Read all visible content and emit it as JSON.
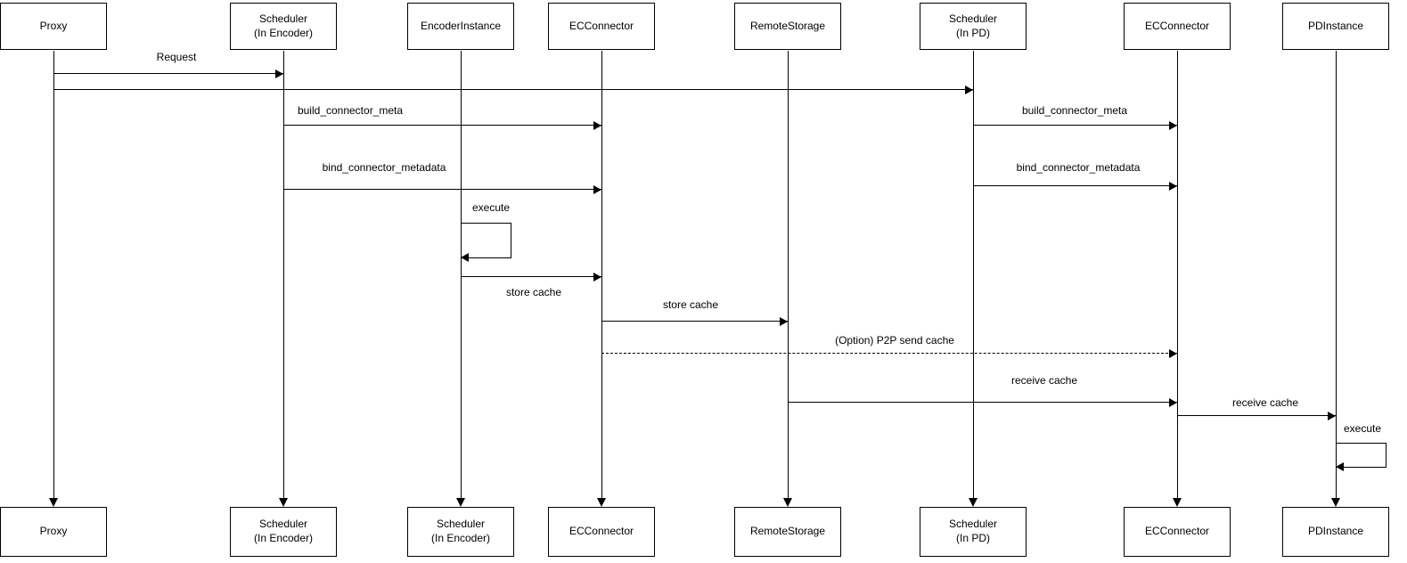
{
  "diagram": {
    "type": "sequence-diagram",
    "background_color": "#ffffff",
    "line_color": "#000000",
    "actors": [
      {
        "id": "proxy",
        "top_label": "Proxy",
        "bottom_label": "Proxy"
      },
      {
        "id": "scheduler-in-encoder",
        "top_label": "Scheduler\n(In Encoder)",
        "bottom_label": "Scheduler\n(In Encoder)"
      },
      {
        "id": "encoder-instance",
        "top_label": "EncoderInstance",
        "bottom_label": "Scheduler\n(In Encoder)"
      },
      {
        "id": "ec-connector-encoder",
        "top_label": "ECConnector",
        "bottom_label": "ECConnector"
      },
      {
        "id": "remote-storage",
        "top_label": "RemoteStorage",
        "bottom_label": "RemoteStorage"
      },
      {
        "id": "scheduler-in-pd",
        "top_label": "Scheduler\n(In PD)",
        "bottom_label": "Scheduler\n(In PD)"
      },
      {
        "id": "ec-connector-pd",
        "top_label": "ECConnector",
        "bottom_label": "ECConnector"
      },
      {
        "id": "pd-instance",
        "top_label": "PDInstance",
        "bottom_label": "PDInstance"
      }
    ],
    "messages": [
      {
        "label": "Request",
        "from_actor": 0,
        "to_actor": 1,
        "style": "solid"
      },
      {
        "label": "",
        "from_actor": 0,
        "to_actor": 5,
        "style": "solid"
      },
      {
        "label": "build_connector_meta",
        "from_actor": 1,
        "to_actor": 3,
        "style": "solid"
      },
      {
        "label": "build_connector_meta",
        "from_actor": 5,
        "to_actor": 6,
        "style": "solid"
      },
      {
        "label": "bind_connector_metadata",
        "from_actor": 1,
        "to_actor": 3,
        "style": "solid"
      },
      {
        "label": "bind_connector_metadata",
        "from_actor": 5,
        "to_actor": 6,
        "style": "solid"
      },
      {
        "label": "execute",
        "from_actor": 2,
        "to_actor": 2,
        "style": "self"
      },
      {
        "label": "store cache",
        "from_actor": 2,
        "to_actor": 3,
        "style": "solid"
      },
      {
        "label": "store cache",
        "from_actor": 3,
        "to_actor": 4,
        "style": "solid"
      },
      {
        "label": "(Option) P2P send cache",
        "from_actor": 3,
        "to_actor": 6,
        "style": "dashed"
      },
      {
        "label": "receive cache",
        "from_actor": 4,
        "to_actor": 6,
        "style": "solid"
      },
      {
        "label": "receive cache",
        "from_actor": 6,
        "to_actor": 7,
        "style": "solid"
      },
      {
        "label": "execute",
        "from_actor": 7,
        "to_actor": 7,
        "style": "self"
      }
    ]
  }
}
